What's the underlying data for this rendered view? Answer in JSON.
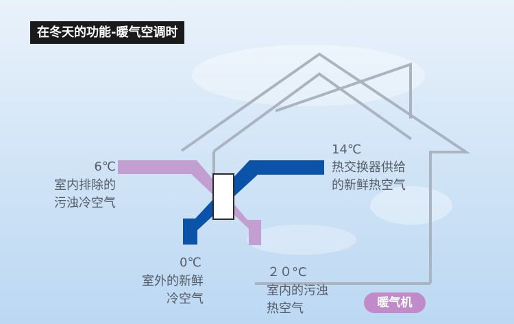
{
  "title": "在冬天的功能-暖气空调时",
  "labels": {
    "exhaust_temp": "6℃",
    "exhaust_desc": "室内排除的\n污浊冷空气",
    "supply_temp": "14℃",
    "supply_desc": "热交换器供给\n的新鲜热空气",
    "outdoor_temp": "0℃",
    "outdoor_desc": "室外的新鲜\n冷空气",
    "indoor_temp": "２０°C",
    "indoor_desc": "室内的污浊\n热空气"
  },
  "device_badge": "暖气机",
  "colors": {
    "purple_duct": "#c39fd1",
    "blue_duct": "#0a53a8",
    "house_outline": "#a9b4c0",
    "title_bg": "#1a1a1a",
    "badge_bg": "#c08bc8",
    "label_text": "#555b66"
  }
}
